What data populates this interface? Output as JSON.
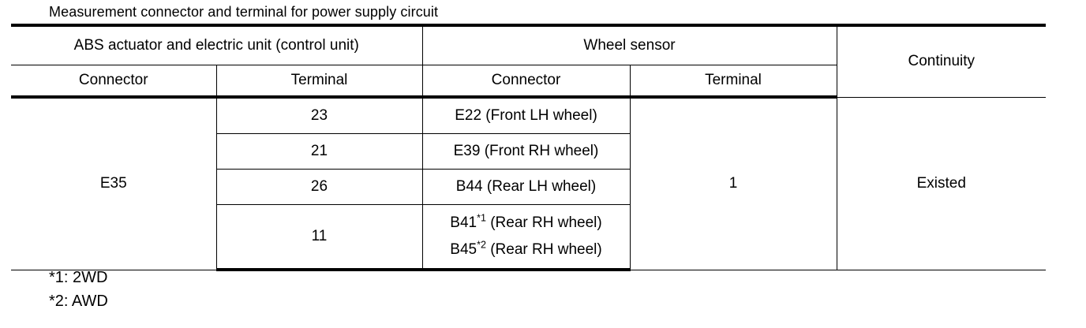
{
  "caption": "Measurement connector and terminal for power supply circuit",
  "table": {
    "group_headers": [
      {
        "label": "ABS actuator and electric unit (control unit)",
        "colspan": 2
      },
      {
        "label": "Wheel sensor",
        "colspan": 2
      },
      {
        "label": "Continuity",
        "colspan": 1,
        "rowspan": 2
      }
    ],
    "sub_headers": [
      "Connector",
      "Terminal",
      "Connector",
      "Terminal"
    ],
    "abs_connector": "E35",
    "wheel_terminal": "1",
    "continuity_value": "Existed",
    "rows": [
      {
        "abs_terminal": "23",
        "wheel_connector": "E22 (Front LH wheel)"
      },
      {
        "abs_terminal": "21",
        "wheel_connector": "E39 (Front RH wheel)"
      },
      {
        "abs_terminal": "26",
        "wheel_connector": "B44 (Rear LH wheel)"
      },
      {
        "abs_terminal": "11",
        "wheel_connector_line1_base": "B41",
        "wheel_connector_line1_sup": "*1",
        "wheel_connector_line1_tail": " (Rear RH wheel)",
        "wheel_connector_line2_base": "B45",
        "wheel_connector_line2_sup": "*2",
        "wheel_connector_line2_tail": " (Rear RH wheel)"
      }
    ]
  },
  "footnotes": [
    "*1: 2WD",
    "*2: AWD"
  ],
  "colors": {
    "rule": "#000000",
    "text": "#000000",
    "background": "#ffffff"
  }
}
